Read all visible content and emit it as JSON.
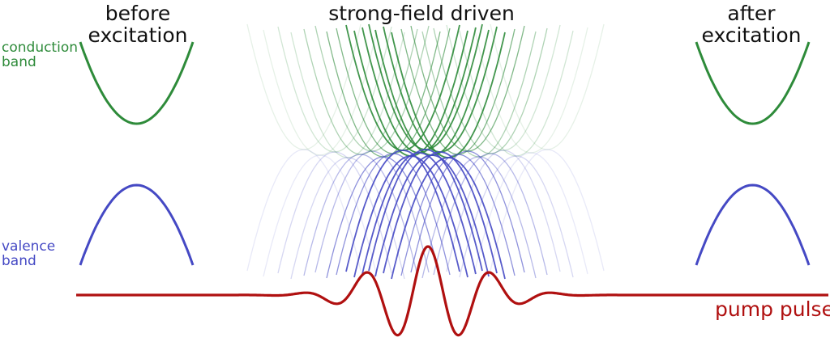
{
  "titles": {
    "before": [
      "before",
      "excitation"
    ],
    "middle": "strong-field driven",
    "after": [
      "after",
      "excitation"
    ]
  },
  "band_labels": {
    "conduction": [
      "conduction",
      "band"
    ],
    "valence": [
      "valence",
      "band"
    ]
  },
  "pulse_label": "pump pulse",
  "colors": {
    "conduction": "#2e8b3a",
    "valence": "#4549c4",
    "pulse": "#b01010",
    "text": "#111111"
  }
}
